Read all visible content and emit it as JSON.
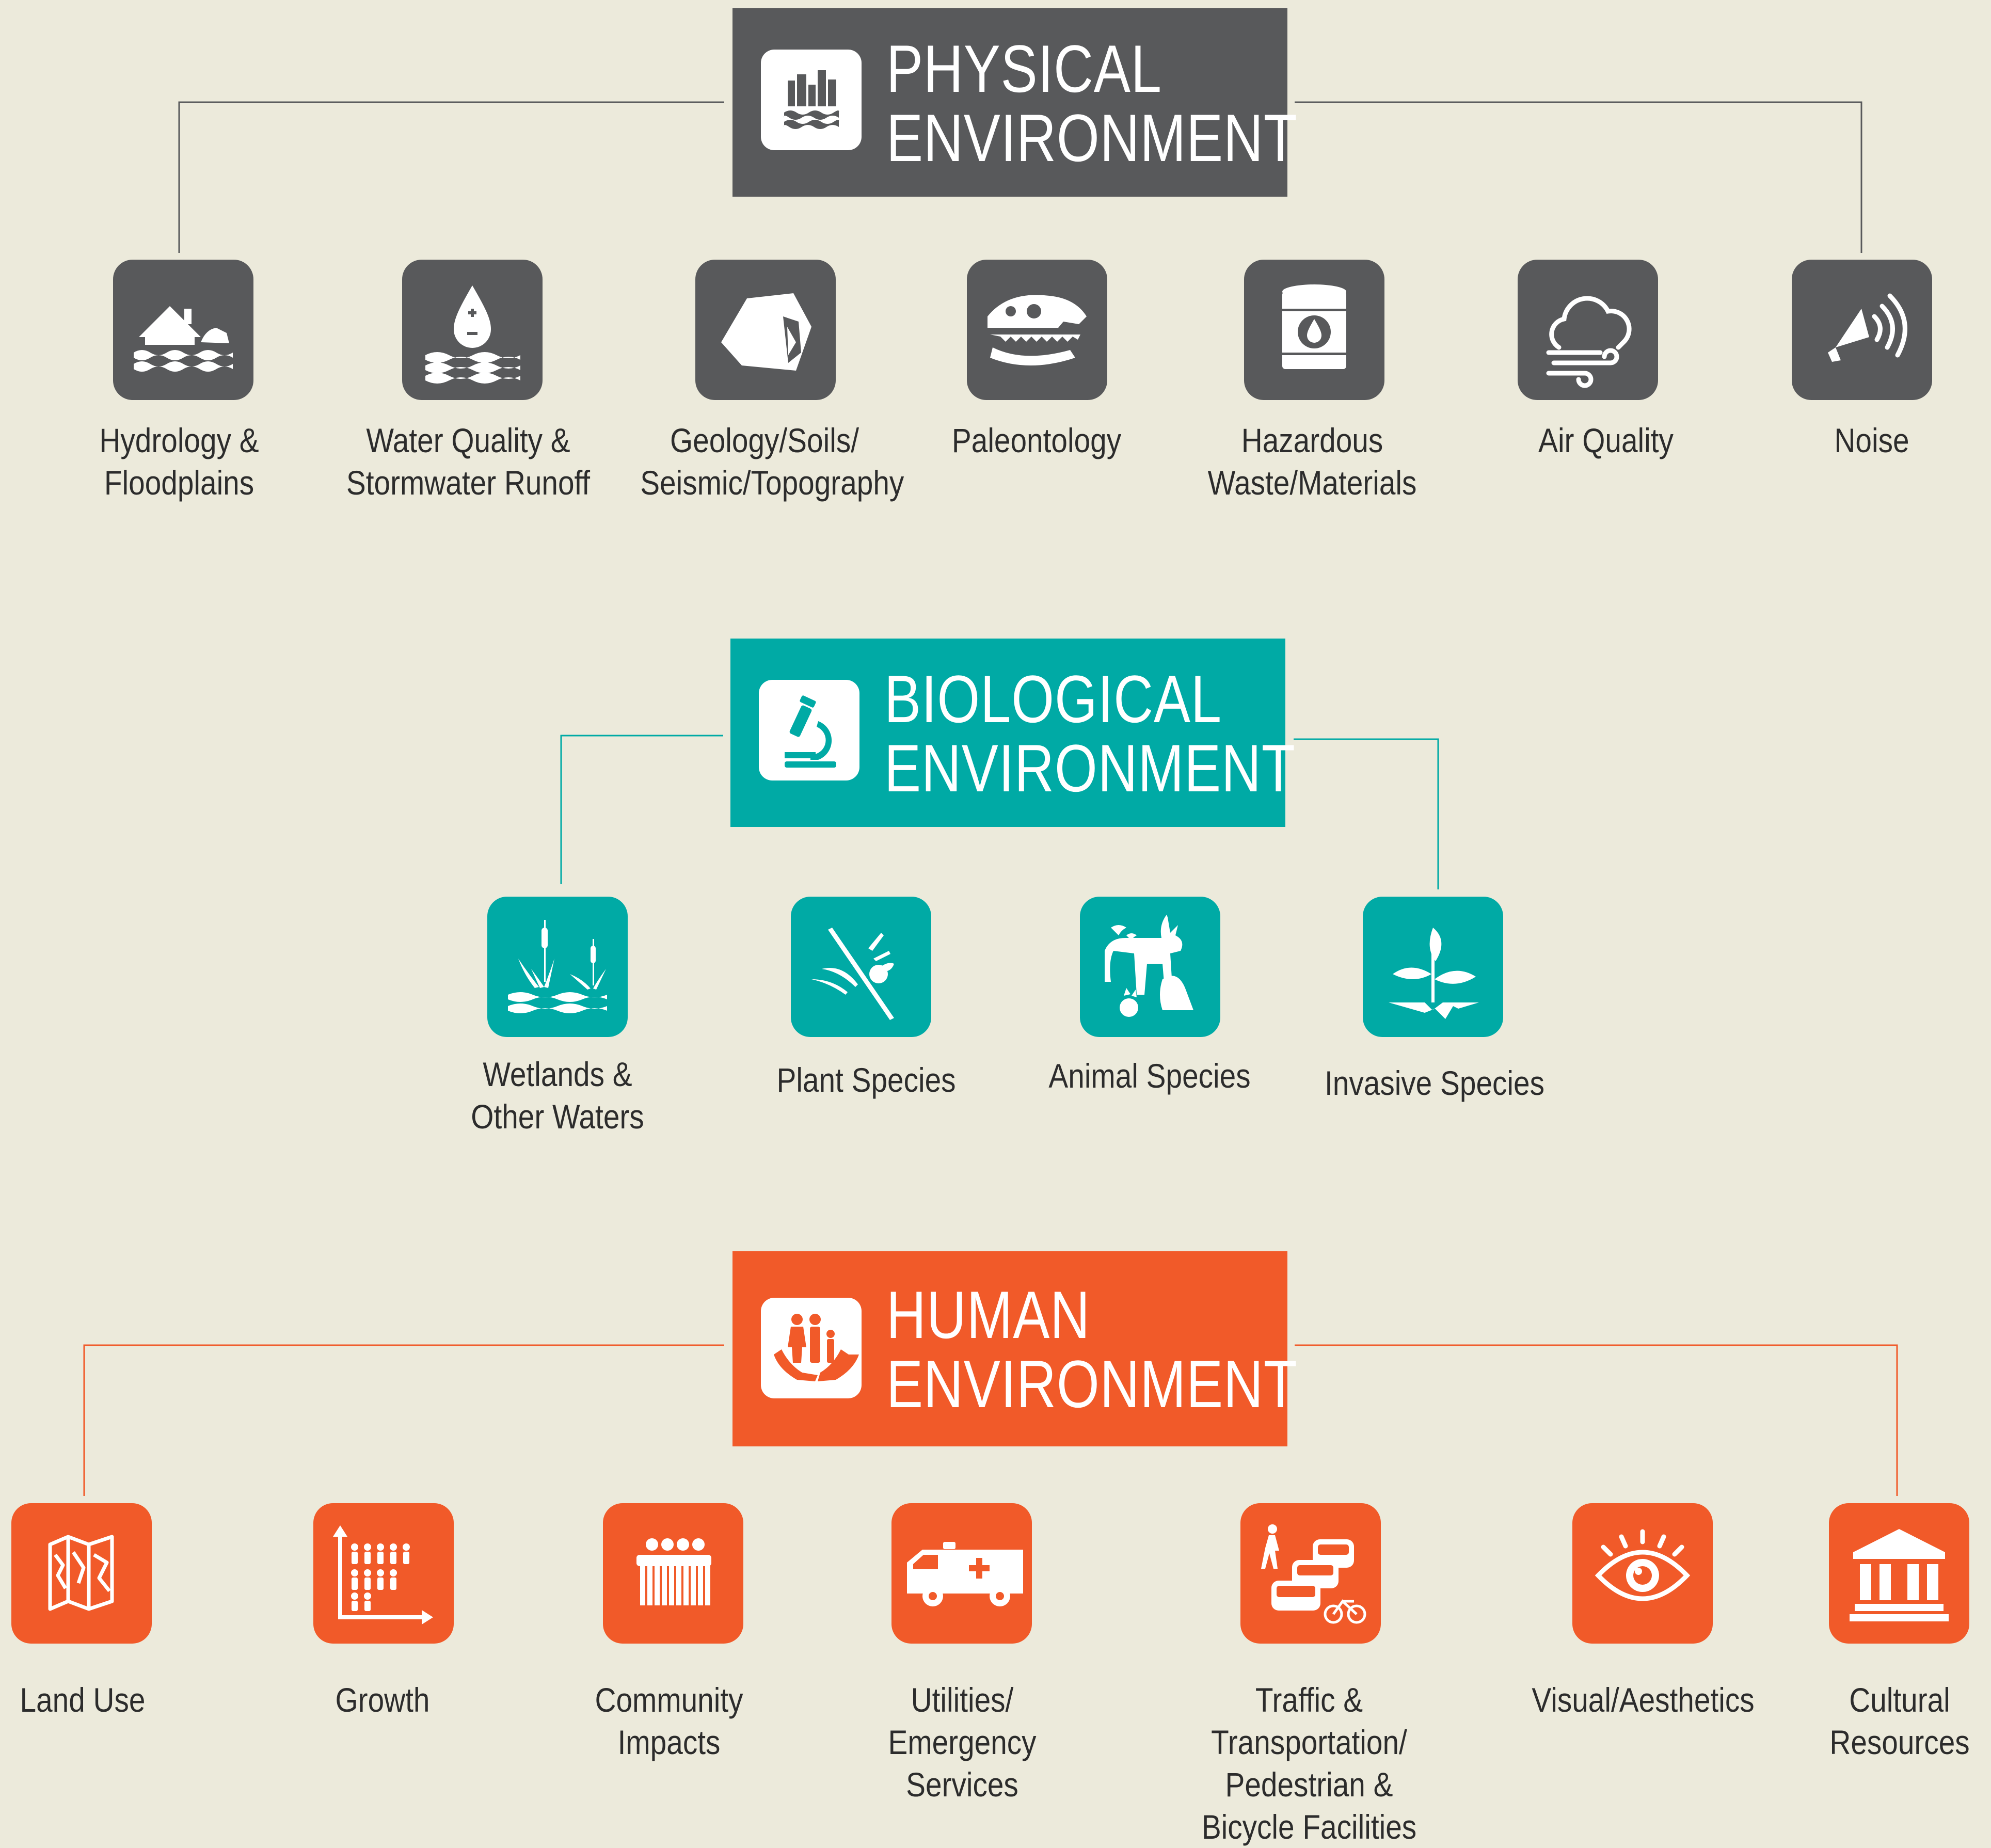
{
  "colors": {
    "physical": "#58595b",
    "biological": "#00aaa5",
    "human": "#f15a29",
    "background": "#eceadb"
  },
  "physical": {
    "title_line1": "PHYSICAL",
    "title_line2": "ENVIRONMENT",
    "icon": "city-water-icon",
    "items": [
      {
        "label1": "Hydrology &",
        "label2": "Floodplains",
        "icon": "flooded-house-icon"
      },
      {
        "label1": "Water Quality &",
        "label2": "Stormwater Runoff",
        "icon": "water-drop-icon"
      },
      {
        "label1": "Geology/Soils/",
        "label2": "Seismic/Topography",
        "icon": "rock-icon"
      },
      {
        "label1": "Paleontology",
        "label2": "",
        "icon": "dinosaur-skull-icon"
      },
      {
        "label1": "Hazardous",
        "label2": "Waste/Materials",
        "icon": "oil-barrel-icon"
      },
      {
        "label1": "Air Quality",
        "label2": "",
        "icon": "cloud-wind-icon"
      },
      {
        "label1": "Noise",
        "label2": "",
        "icon": "speaker-icon"
      }
    ]
  },
  "biological": {
    "title_line1": "BIOLOGICAL",
    "title_line2": "ENVIRONMENT",
    "icon": "microscope-icon",
    "items": [
      {
        "label1": "Wetlands &",
        "label2": "Other Waters",
        "icon": "cattail-icon"
      },
      {
        "label1": "Plant Species",
        "label2": "",
        "icon": "plant-branch-icon"
      },
      {
        "label1": "Animal Species",
        "label2": "",
        "icon": "animals-icon"
      },
      {
        "label1": "Invasive Species",
        "label2": "",
        "icon": "sprout-icon"
      }
    ]
  },
  "human": {
    "title_line1": "HUMAN",
    "title_line2": "ENVIRONMENT",
    "icon": "family-hands-icon",
    "items": [
      {
        "label1": "Land Use",
        "label2": "",
        "label3": "",
        "icon": "map-icon"
      },
      {
        "label1": "Growth",
        "label2": "",
        "label3": "",
        "icon": "population-growth-icon"
      },
      {
        "label1": "Community",
        "label2": "Impacts",
        "label3": "",
        "icon": "community-icon"
      },
      {
        "label1": "Utilities/",
        "label2": "Emergency Services",
        "label3": "",
        "icon": "ambulance-icon"
      },
      {
        "label1": "Traffic & Transportation/",
        "label2": "Pedestrian &",
        "label3": "Bicycle Facilities",
        "icon": "traffic-icon"
      },
      {
        "label1": "Visual/Aesthetics",
        "label2": "",
        "label3": "",
        "icon": "eye-icon"
      },
      {
        "label1": "Cultural",
        "label2": "Resources",
        "label3": "",
        "icon": "museum-icon"
      }
    ]
  }
}
